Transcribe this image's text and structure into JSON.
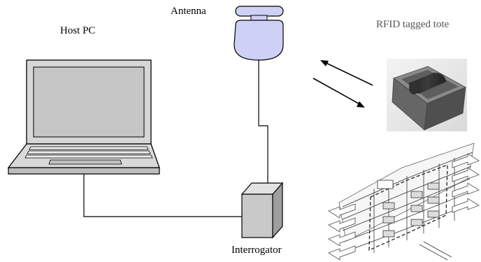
{
  "labels": {
    "host_pc": "Host PC",
    "antenna": "Antenna",
    "tote": "RFID tagged tote",
    "interrogator": "Interrogator"
  },
  "colors": {
    "antenna_fill": "#cfd0f5",
    "laptop_fill": "#d4d4d4",
    "laptop_screen": "#c8c8c8",
    "tote_dark": "#5a5a5a",
    "interrogator_fill": "#c9c9c9"
  }
}
